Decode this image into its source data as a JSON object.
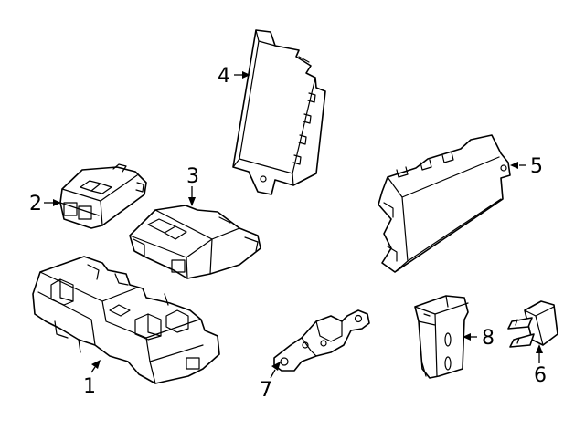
{
  "diagram": {
    "parts": [
      {
        "id": "fuse-box",
        "callout": "1"
      },
      {
        "id": "small-module",
        "callout": "2"
      },
      {
        "id": "control-module",
        "callout": "3"
      },
      {
        "id": "tall-module",
        "callout": "4"
      },
      {
        "id": "receiver-module",
        "callout": "5"
      },
      {
        "id": "mini-fuse",
        "callout": "6"
      },
      {
        "id": "link-fuse",
        "callout": "7"
      },
      {
        "id": "relay",
        "callout": "8"
      }
    ],
    "colors": {
      "line": "#000000",
      "background": "#ffffff"
    }
  }
}
